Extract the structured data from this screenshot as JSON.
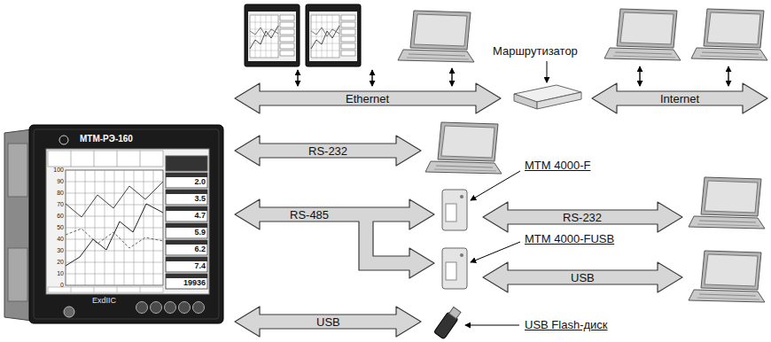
{
  "diagram": {
    "nodes": [
      {
        "text": [
          "Ethernet"
        ]
      },
      {
        "text": [
          "Internet"
        ]
      },
      {
        "text": [
          "RS-232"
        ]
      },
      {
        "text": [
          "RS-485"
        ]
      },
      {
        "text": [
          "RS-232"
        ]
      },
      {
        "text": [
          "USB"
        ]
      },
      {
        "text": [
          "USB"
        ]
      }
    ],
    "labels": [
      "Маршрутизатор",
      "МТМ 4000-F",
      "МТМ 4000-FUSB",
      "USB Flash-диск",
      "МТМ-РЭ-160",
      "ExdIIC",
      "2.0",
      "3.5",
      "4.7",
      "5.9",
      "6.2",
      "7.4",
      "19936",
      "100",
      "90",
      "80",
      "70",
      "60",
      "50",
      "40",
      "30",
      "20",
      "10",
      "0"
    ]
  }
}
